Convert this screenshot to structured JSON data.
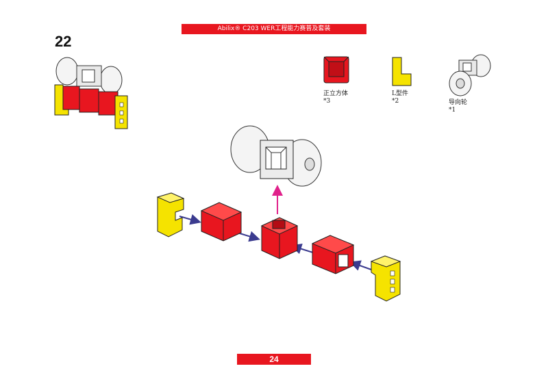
{
  "header": {
    "title": "Abilix® C203 WER工程能力赛普及套装",
    "color": "#e8161f"
  },
  "step": {
    "number": "22"
  },
  "footer": {
    "page_number": "24"
  },
  "parts": [
    {
      "name": "正立方体",
      "qty": "*3",
      "icon": "red-cube-icon"
    },
    {
      "name": "L型件",
      "qty": "*2",
      "icon": "yellow-l-piece-icon"
    },
    {
      "name": "导向轮",
      "qty": "*1",
      "icon": "guide-wheel-icon"
    }
  ],
  "colors": {
    "red": "#e8161f",
    "yellow": "#f5e300",
    "arrow_blue": "#3b3b8f",
    "arrow_pink": "#e0208a"
  }
}
